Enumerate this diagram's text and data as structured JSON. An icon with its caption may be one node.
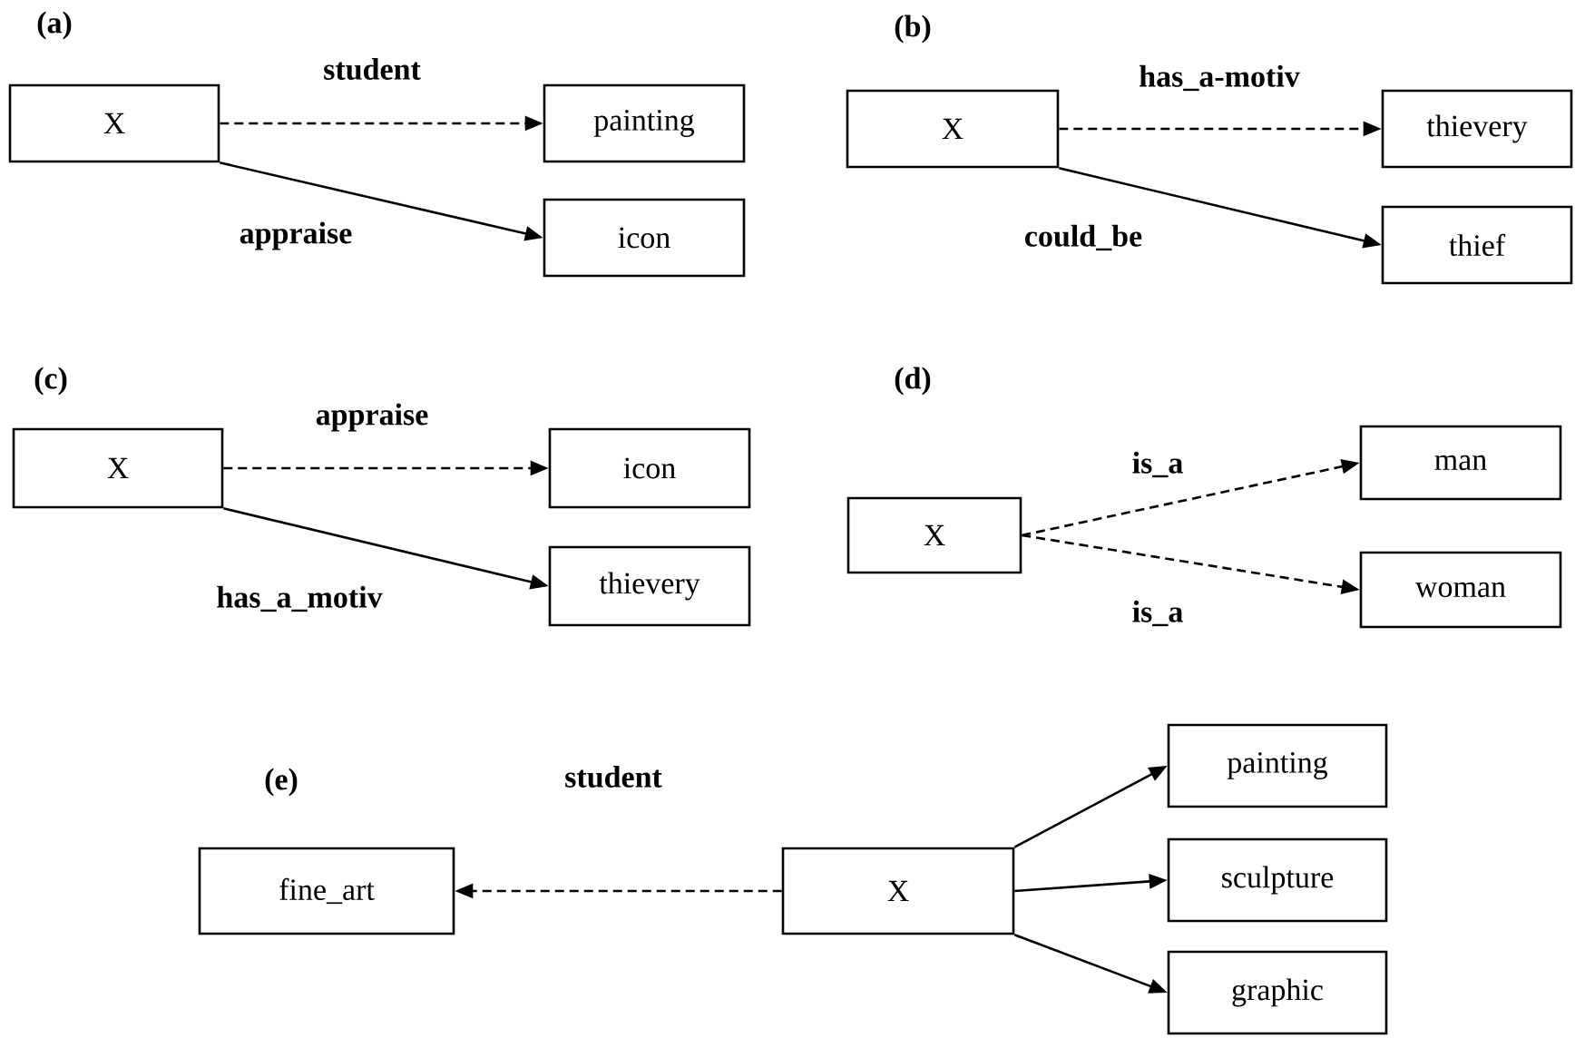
{
  "diagram": {
    "nodes": [
      {
        "text": [
          "X"
        ]
      },
      {
        "text": [
          "painting"
        ]
      },
      {
        "text": [
          "icon"
        ]
      },
      {
        "text": [
          "X"
        ]
      },
      {
        "text": [
          "thievery"
        ]
      },
      {
        "text": [
          "thief"
        ]
      },
      {
        "text": [
          "X"
        ]
      },
      {
        "text": [
          "icon"
        ]
      },
      {
        "text": [
          "thievery"
        ]
      },
      {
        "text": [
          "X"
        ]
      },
      {
        "text": [
          "man"
        ]
      },
      {
        "text": [
          "woman"
        ]
      },
      {
        "text": [
          "fine_art"
        ]
      },
      {
        "text": [
          "X"
        ]
      },
      {
        "text": [
          "painting"
        ]
      },
      {
        "text": [
          "sculpture"
        ]
      },
      {
        "text": [
          "graphic"
        ]
      }
    ],
    "edges": [
      {
        "from": 0,
        "to": 1,
        "arrow": "to",
        "style": "dashed",
        "label": "student"
      },
      {
        "from": 0,
        "to": 2,
        "arrow": "to",
        "label": "appraise"
      },
      {
        "from": 3,
        "to": 4,
        "arrow": "to",
        "style": "dashed",
        "label": "has_a-motiv"
      },
      {
        "from": 3,
        "to": 5,
        "arrow": "to",
        "label": "could_be"
      },
      {
        "from": 6,
        "to": 7,
        "arrow": "to",
        "style": "dashed",
        "label": "appraise"
      },
      {
        "from": 6,
        "to": 8,
        "arrow": "to",
        "label": "has_a_motiv"
      },
      {
        "from": 9,
        "to": 10,
        "arrow": "to",
        "style": "dashed",
        "label": "is_a"
      },
      {
        "from": 9,
        "to": 11,
        "arrow": "to",
        "style": "dashed",
        "label": "is_a"
      },
      {
        "from": 13,
        "to": 12,
        "arrow": "to",
        "style": "dashed",
        "label": "student"
      },
      {
        "from": 13,
        "to": 14,
        "arrow": "to"
      },
      {
        "from": 13,
        "to": 15,
        "arrow": "to"
      },
      {
        "from": 13,
        "to": 16,
        "arrow": "to"
      }
    ],
    "labels": [
      "(a)",
      "(b)",
      "(c)",
      "(d)",
      "(e)"
    ]
  }
}
